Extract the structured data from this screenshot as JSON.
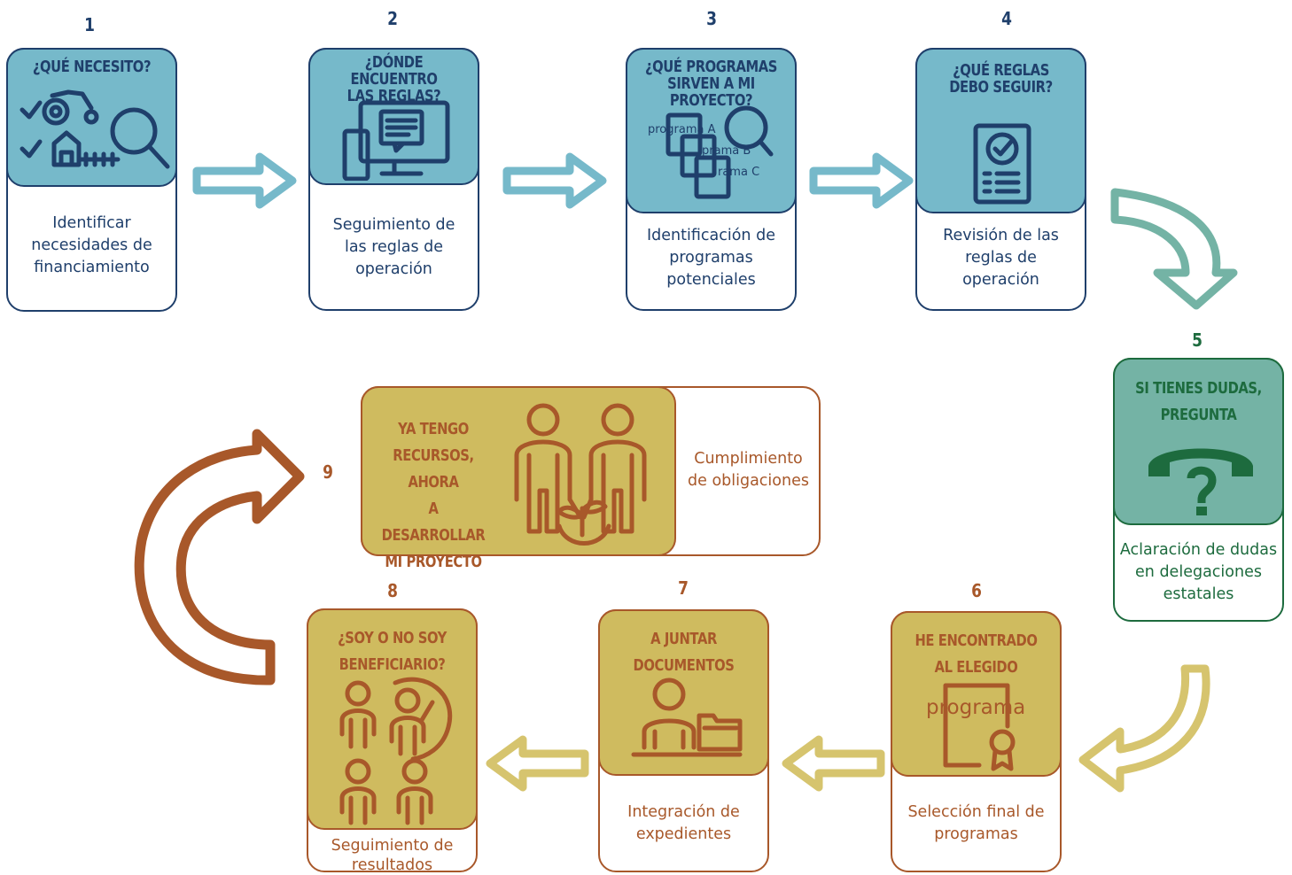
{
  "steps": [
    {
      "number": "1",
      "title": "¿Qué necesito?",
      "description": "Identificar\nnecesidades de\nfinanciamiento"
    },
    {
      "number": "2",
      "title": "¿Dónde encuentro\nlas reglas?",
      "description": "Seguimiento de\nlas reglas de\noperación"
    },
    {
      "number": "3",
      "title": "¿Qué programas\nsirven a mi proyecto?",
      "description": "Identificación de\nprogramas\npotenciales",
      "icon_labels": [
        "programa A",
        "prama B",
        "rama C"
      ]
    },
    {
      "number": "4",
      "title": "¿Qué reglas\ndebo seguir?",
      "description": "Revisión de las\nreglas de\noperación"
    },
    {
      "number": "5",
      "title": "Si tienes dudas,\npregunta",
      "description": "Aclaración de dudas\nen delegaciones\nestatales"
    },
    {
      "number": "6",
      "title": "He encontrado\nal elegido",
      "description": "Selección final de\nprogramas",
      "icon_label": "programa"
    },
    {
      "number": "7",
      "title": "A juntar\ndocumentos",
      "description": "Integración de\nexpedientes"
    },
    {
      "number": "8",
      "title": "¿Soy o no soy\nbeneficiario?",
      "description": "Seguimiento de\nresultados"
    },
    {
      "number": "9",
      "title": "Ya tengo\nrecursos, ahora\na desarrollar\nmi proyecto",
      "description": "Cumplimiento\nde obligaciones"
    }
  ],
  "colors": {
    "navy": "#1f3f6b",
    "light_blue": "#76b9ca",
    "green": "#1d6b3e",
    "teal": "#74b3a5",
    "brown": "#a8582a",
    "gold": "#cfbb5f",
    "gold_arrow": "#d6c46e"
  },
  "icons": [
    "tractor-farm-search-icon",
    "computer-document-icon",
    "programs-search-icon",
    "checklist-icon",
    "telephone-question-icon",
    "program-award-icon",
    "person-folder-icon",
    "people-refresh-icon",
    "people-plant-icon"
  ]
}
